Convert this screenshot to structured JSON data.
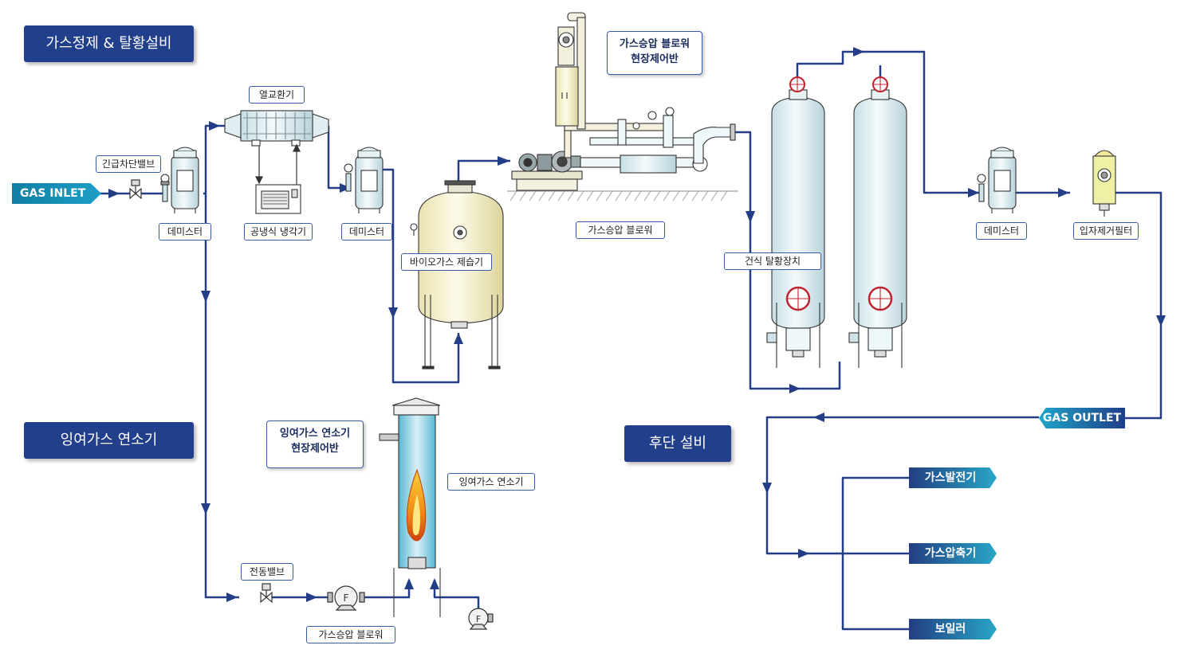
{
  "sections": {
    "gas_purification": "가스정제 & 탈황설비",
    "flare": "잉여가스 연소기",
    "rear": "후단 설비"
  },
  "tags": {
    "gas_inlet": "GAS INLET",
    "gas_outlet": "GAS OUTLET"
  },
  "destinations": [
    "가스발전기",
    "가스압축기",
    "보일러"
  ],
  "labels": {
    "emergency_valve": "긴급차단밸브",
    "heat_exchanger": "열교환기",
    "demister_1": "데미스터",
    "cooler": "공냉식 냉각기",
    "demister_2": "데미스터",
    "bio_dehumidifier": "바이오가스 제습기",
    "blower_main": "가스승압 블로워",
    "desulfurizer": "건식 탈황장치",
    "demister_3": "데미스터",
    "particle_filter": "입자제거필터",
    "motor_valve": "전동밸브",
    "flare_burner": "잉여가스 연소기",
    "blower_flare": "가스승압 블로워"
  },
  "control_panels": {
    "blower": [
      "가스승압 블로워",
      "현장제어반"
    ],
    "flare": [
      "잉여가스 연소기",
      "현장제어반"
    ]
  },
  "colors": {
    "section_bg": "#223f8c",
    "pipe": "#233d86",
    "tank_fill": "#dfeff2",
    "dehumidifier_fill": "#f8f4d6"
  }
}
